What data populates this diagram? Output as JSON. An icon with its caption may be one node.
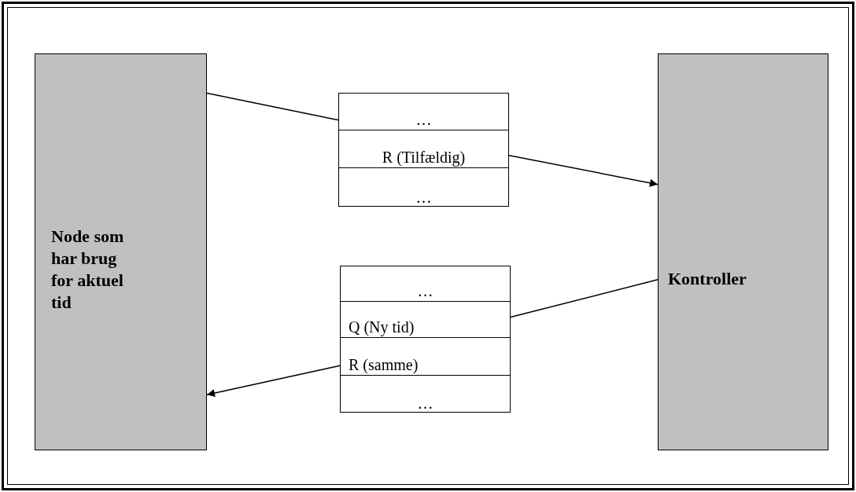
{
  "diagram": {
    "nodes": [
      {
        "text": [
          "Node som har brug for aktuel tid"
        ]
      },
      {
        "text": [],
        "shape": "box"
      },
      {
        "text": [
          "…"
        ],
        "in": 1
      },
      {
        "text": [
          "R (Tilfældig)"
        ],
        "in": 1
      },
      {
        "text": [
          "…"
        ],
        "in": 1
      },
      {
        "text": [],
        "shape": "box"
      },
      {
        "text": [
          "…"
        ],
        "in": 5
      },
      {
        "text": [
          "Q (Ny tid)"
        ],
        "in": 5
      },
      {
        "text": [
          "R (samme)"
        ],
        "in": 5
      },
      {
        "text": [
          "…"
        ],
        "in": 5
      },
      {
        "text": [
          "Kontroller"
        ]
      }
    ],
    "edges": [
      {
        "from": 0,
        "to": 1,
        "arrow": "none"
      },
      {
        "from": 1,
        "to": 10,
        "arrow": "to"
      },
      {
        "from": 10,
        "to": 5,
        "arrow": "none"
      },
      {
        "from": 5,
        "to": 0,
        "arrow": "to"
      }
    ]
  }
}
